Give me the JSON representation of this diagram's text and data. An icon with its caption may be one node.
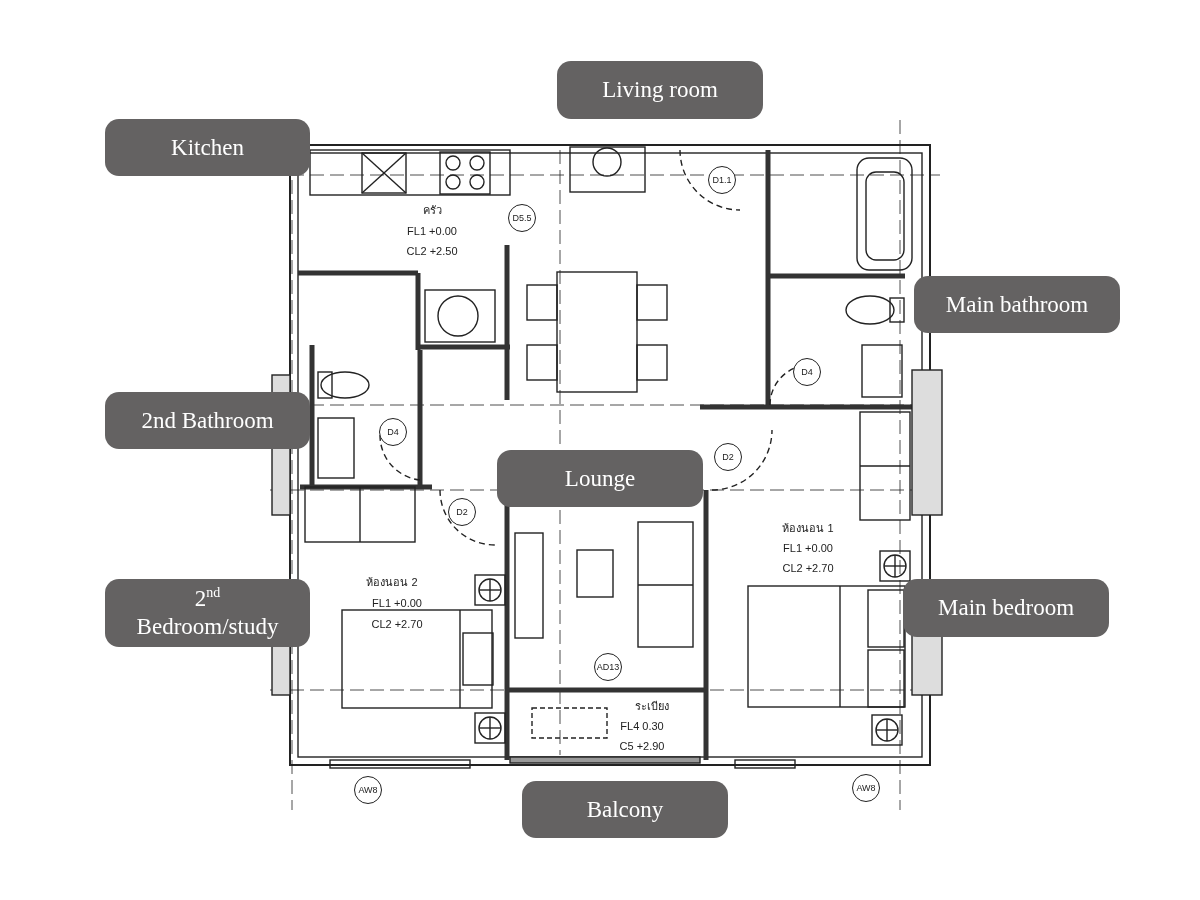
{
  "diagram": {
    "nodes": [
      {
        "text": [
          "Living room"
        ]
      },
      {
        "text": [
          "Kitchen"
        ]
      },
      {
        "text": [
          "Main bathroom"
        ]
      },
      {
        "text": [
          "2nd Bathroom"
        ]
      },
      {
        "text": [
          "Lounge"
        ]
      },
      {
        "text": [
          "2$^{nd}$ Bedroom/study"
        ]
      },
      {
        "text": [
          "Main bedroom"
        ]
      },
      {
        "text": [
          "Balcony"
        ]
      }
    ],
    "labels": [
      "ครัว",
      "FL1 +0.00",
      "CL2 +2.50",
      "D5.5",
      "D1.1",
      "D4",
      "D4",
      "D2",
      "D2",
      "ห้องนอน 1",
      "FL1 +0.00",
      "CL2 +2.70",
      "ห้องนอน 2",
      "FL1 +0.00",
      "CL2 +2.70",
      "AD13",
      "ระเบียง",
      "FL4 0.30",
      "C5 +2.90",
      "AW8",
      "AW8"
    ]
  }
}
